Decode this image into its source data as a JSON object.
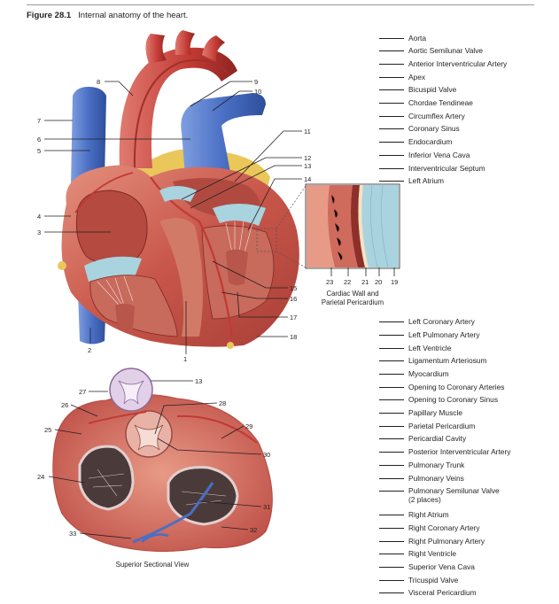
{
  "figure": {
    "label": "Figure 28.1",
    "title": "Internal anatomy of the heart."
  },
  "callouts": {
    "cardiac_wall": "Cardiac Wall and",
    "parietal_pericardium": "Parietal Pericardium",
    "superior_view": "Superior Sectional View"
  },
  "numbers": [
    "1",
    "2",
    "3",
    "4",
    "5",
    "6",
    "7",
    "8",
    "9",
    "10",
    "11",
    "12",
    "13",
    "14",
    "15",
    "16",
    "17",
    "18",
    "19",
    "20",
    "21",
    "22",
    "23",
    "24",
    "25",
    "26",
    "27",
    "28",
    "29",
    "30",
    "31",
    "32",
    "33",
    "13"
  ],
  "terms": [
    "Aorta",
    "Aortic Semilunar Valve",
    "Anterior Interventricular Artery",
    "Apex",
    "Bicuspid Valve",
    "Chordae Tendineae",
    "Circumflex Artery",
    "Coronary Sinus",
    "Endocardium",
    "Inferior Vena Cava",
    "Interventricular Septum",
    "Left Atrium",
    "Left Coronary Artery",
    "Left Pulmonary Artery",
    "Left Ventricle",
    "Ligamentum Arteriosum",
    "Myocardium",
    "Opening to Coronary Arteries",
    "Opening to Coronary Sinus",
    "Papillary Muscle",
    "Parietal Pericardium",
    "Pericardial Cavity",
    "Posterior Interventricular Artery",
    "Pulmonary Trunk",
    "Pulmonary Veins",
    "Pulmonary Semilunar Valve (2 places)",
    "Right Atrium",
    "Right Coronary Artery",
    "Right Pulmonary Artery",
    "Right Ventricle",
    "Superior Vena Cava",
    "Tricuspid Valve",
    "Visceral Pericardium"
  ],
  "colors": {
    "muscle": "#c8564a",
    "muscle_dark": "#8e2f2a",
    "muscle_light": "#e08a78",
    "vein": "#4a6fc4",
    "vein_dark": "#2e4f9a",
    "artery": "#c23a34",
    "valve": "#a9d3df",
    "fat": "#e9c75a"
  }
}
